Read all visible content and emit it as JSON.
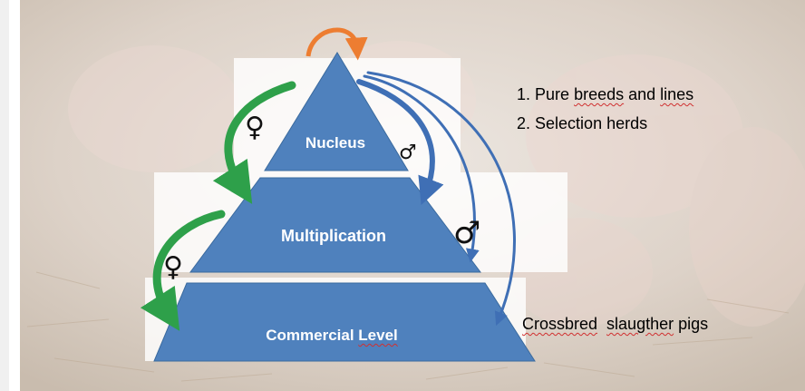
{
  "diagram": {
    "tiers": [
      {
        "label": "Nucleus"
      },
      {
        "label": "Multiplication"
      },
      {
        "label": "Commercial Level"
      }
    ],
    "list": [
      {
        "number": "1.",
        "text_plain": "Pure ",
        "text_flagged": "breeds",
        "text_rest": " and ",
        "text_flagged2": "lines"
      },
      {
        "number": "2.",
        "text_plain": "Selection herds"
      }
    ],
    "output_label": {
      "flagged": "Crossbred",
      "middle": "  ",
      "flagged2": "slaugther",
      "rest": " pigs"
    },
    "symbols": {
      "female": "♀",
      "male": "♂"
    },
    "colors": {
      "pyramid_fill": "#4f81bd",
      "pyramid_stroke": "#3a6a9e",
      "green_arrow": "#2ea04a",
      "orange_arrow": "#ed7d31",
      "blue_arrow": "#3f6fb5",
      "background_tone": "#d9cfc7"
    },
    "icons": [
      "female-symbol",
      "male-symbol",
      "curved-arrow"
    ]
  }
}
